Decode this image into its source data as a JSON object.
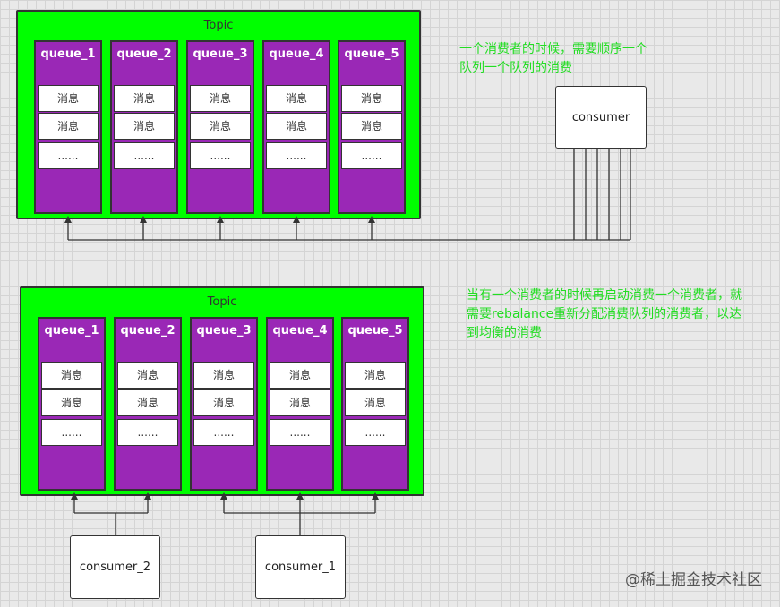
{
  "diagram1": {
    "topic_label": "Topic",
    "queues": [
      {
        "name": "queue_1",
        "messages": [
          "消息",
          "消息",
          "......"
        ]
      },
      {
        "name": "queue_2",
        "messages": [
          "消息",
          "消息",
          "......"
        ]
      },
      {
        "name": "queue_3",
        "messages": [
          "消息",
          "消息",
          "......"
        ]
      },
      {
        "name": "queue_4",
        "messages": [
          "消息",
          "消息",
          "......"
        ]
      },
      {
        "name": "queue_5",
        "messages": [
          "消息",
          "消息",
          "......"
        ]
      }
    ],
    "consumer": "consumer",
    "note": "一个消费者的时候，需要顺序一个队列一个队列的消费"
  },
  "diagram2": {
    "topic_label": "Topic",
    "queues": [
      {
        "name": "queue_1",
        "messages": [
          "消息",
          "消息",
          "......"
        ]
      },
      {
        "name": "queue_2",
        "messages": [
          "消息",
          "消息",
          "......"
        ]
      },
      {
        "name": "queue_3",
        "messages": [
          "消息",
          "消息",
          "......"
        ]
      },
      {
        "name": "queue_4",
        "messages": [
          "消息",
          "消息",
          "......"
        ]
      },
      {
        "name": "queue_5",
        "messages": [
          "消息",
          "消息",
          "......"
        ]
      }
    ],
    "consumer_left": "consumer_2",
    "consumer_right": "consumer_1",
    "note": "当有一个消费者的时候再启动消费一个消费者，就需要rebalance重新分配消费队列的消费者，以达到均衡的消费"
  },
  "watermark": "@稀土掘金技术社区",
  "colors": {
    "topic_fill": "#00ff00",
    "queue_fill": "#9a28b6",
    "note_text": "#22dd22",
    "background": "#e9e9e9"
  }
}
